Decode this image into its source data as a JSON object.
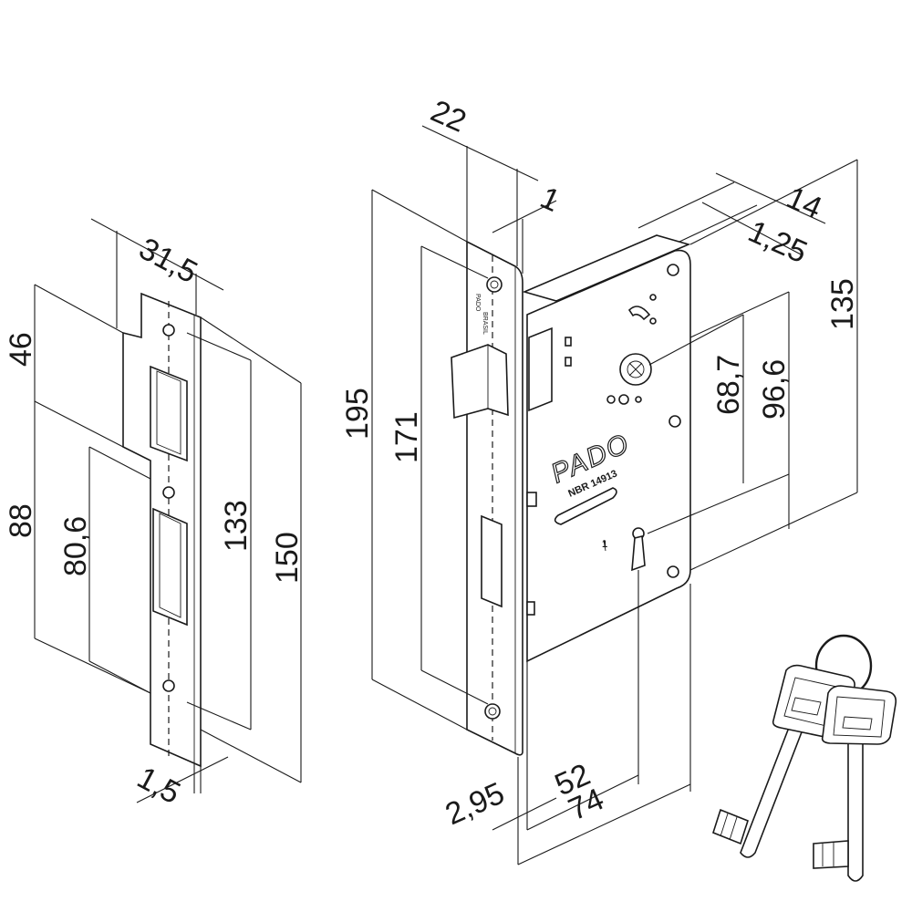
{
  "dimensions": {
    "strike_width": "31,5",
    "strike_top": "46",
    "strike_mid": "88",
    "strike_slot": "80,6",
    "strike_holes": "133",
    "strike_height": "150",
    "strike_thickness": "1,5",
    "faceplate_width": "22",
    "faceplate_offset": "1",
    "case_depth": "14",
    "case_wall": "1,25",
    "case_height": "135",
    "backset_bolt": "68,7",
    "backset_key": "96,6",
    "faceplate_height": "195",
    "faceplate_holes": "171",
    "faceplate_thickness": "2,95",
    "backset": "52",
    "overall_depth": "74"
  },
  "labels": {
    "brand": "PADO",
    "standard": "NBR 14913",
    "faceplate_brand": "PADO",
    "faceplate_origin": "BRASIL",
    "key_number": "1"
  }
}
